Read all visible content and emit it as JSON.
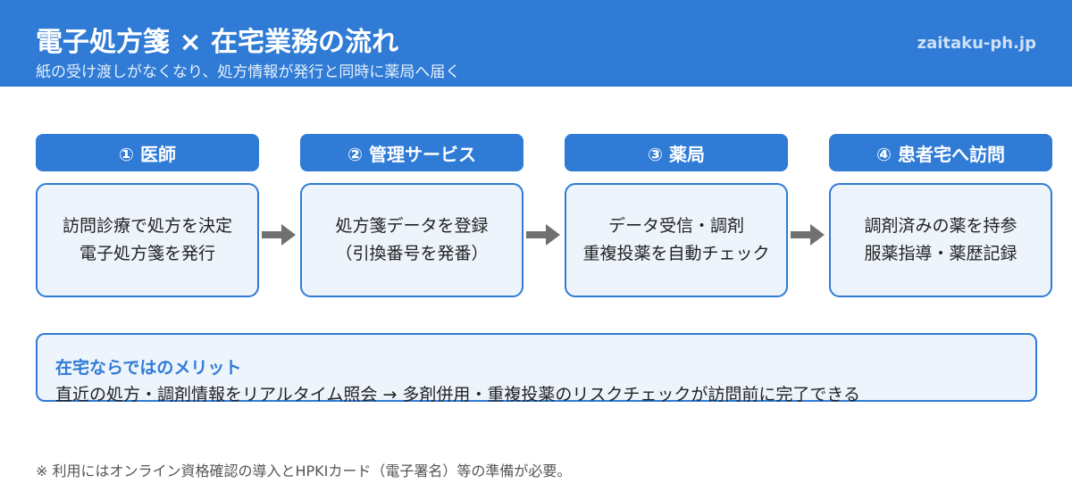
{
  "header": {
    "title": "電子処方箋 × 在宅業務の流れ",
    "subtitle": "紙の受け渡しがなくなり、処方情報が発行と同時に薬局へ届く",
    "site": "zaitaku-ph.jp"
  },
  "steps": [
    {
      "label": "① 医師",
      "lines": [
        "訪問診療で処方を決定",
        "電子処方箋を発行"
      ]
    },
    {
      "label": "② 管理サービス",
      "lines": [
        "処方箋データを登録",
        "（引換番号を発番）"
      ]
    },
    {
      "label": "③ 薬局",
      "lines": [
        "データ受信・調剤",
        "重複投薬を自動チェック"
      ]
    },
    {
      "label": "④ 患者宅へ訪問",
      "lines": [
        "調剤済みの薬を持参",
        "服薬指導・薬歴記録"
      ]
    }
  ],
  "merit": {
    "title": "在宅ならではのメリット",
    "text": "直近の処方・調剤情報をリアルタイム照会 → 多剤併用・重複投薬のリスクチェックが訪問前に完了できる"
  },
  "footnote": "※ 利用にはオンライン資格確認の導入とHPKIカード（電子署名）等の準備が必要。",
  "colors": {
    "accent": "#2f7bd6",
    "box_fill": "#eef4fc",
    "arrow": "#707070"
  }
}
